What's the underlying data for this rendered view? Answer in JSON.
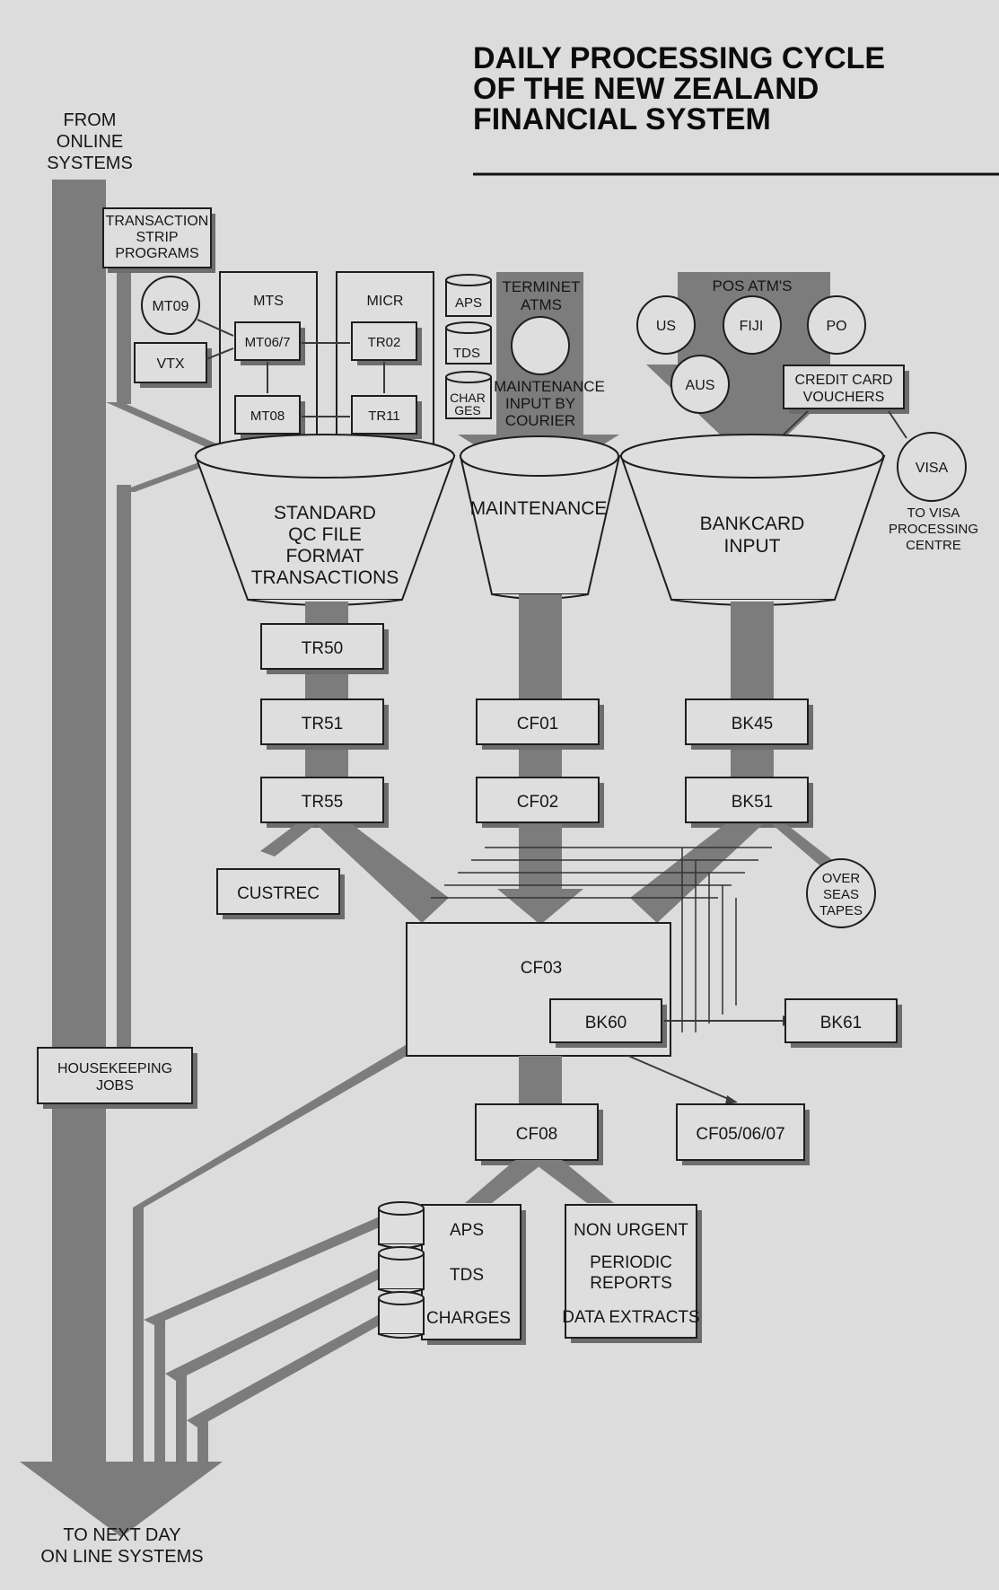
{
  "title": {
    "line1": "DAILY PROCESSING CYCLE",
    "line2": "OF THE NEW ZEALAND",
    "line3": "FINANCIAL SYSTEM"
  },
  "main_flow": {
    "from_line1": "FROM",
    "from_line2": "ONLINE",
    "from_line3": "SYSTEMS",
    "to_line1": "TO NEXT DAY",
    "to_line2": "ON LINE SYSTEMS"
  },
  "strip": {
    "line1": "TRANSACTION",
    "line2": "STRIP",
    "line3": "PROGRAMS"
  },
  "mts": {
    "header": "MTS",
    "mt09": "MT09",
    "vtx": "VTX",
    "mt067": "MT06/7",
    "mt08": "MT08"
  },
  "micr": {
    "header": "MICR",
    "tr02": "TR02",
    "tr11": "TR11"
  },
  "small_dbs": {
    "aps": "APS",
    "tds": "TDS",
    "charges_line1": "CHAR",
    "charges_line2": "GES"
  },
  "terminet": {
    "line1": "TERMINET",
    "line2": "ATMS",
    "maint_line1": "MAINTENANCE",
    "maint_line2": "INPUT BY",
    "maint_line3": "COURIER"
  },
  "pos": {
    "header": "POS ATM'S",
    "us": "US",
    "fiji": "FIJI",
    "po": "PO",
    "aus": "AUS",
    "cc_line1": "CREDIT CARD",
    "cc_line2": "VOUCHERS",
    "visa": "VISA",
    "visa_line1": "TO VISA",
    "visa_line2": "PROCESSING",
    "visa_line3": "CENTRE"
  },
  "funnels": {
    "standard_line1": "STANDARD",
    "standard_line2": "QC FILE",
    "standard_line3": "FORMAT",
    "standard_line4": "TRANSACTIONS",
    "maintenance": "MAINTENANCE",
    "bankcard_line1": "BANKCARD",
    "bankcard_line2": "INPUT"
  },
  "programs": {
    "tr50": "TR50",
    "tr51": "TR51",
    "tr55": "TR55",
    "cf01": "CF01",
    "cf02": "CF02",
    "bk45": "BK45",
    "bk51": "BK51",
    "custrec": "CUSTREC",
    "overseas_line1": "OVER",
    "overseas_line2": "SEAS",
    "overseas_line3": "TAPES",
    "cf03": "CF03",
    "bk60": "BK60",
    "bk61": "BK61",
    "cf08": "CF08",
    "cf050607": "CF05/06/07"
  },
  "housekeeping": {
    "line1": "HOUSEKEEPING",
    "line2": "JOBS"
  },
  "outputs": {
    "aps": "APS",
    "tds": "TDS",
    "charges": "CHARGES",
    "non_urgent": "NON URGENT",
    "periodic_line1": "PERIODIC",
    "periodic_line2": "REPORTS",
    "data_extracts": "DATA EXTRACTS"
  }
}
